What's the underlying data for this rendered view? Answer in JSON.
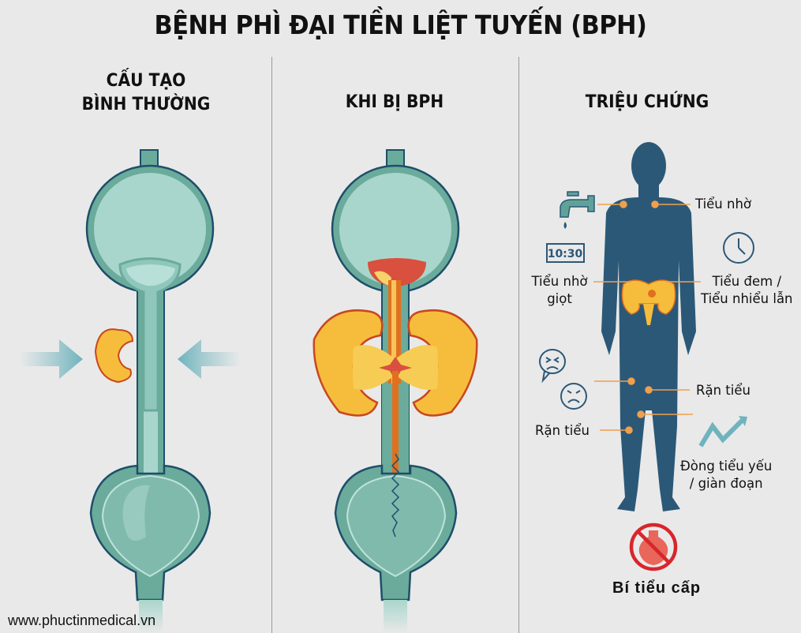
{
  "title": "BỆNH PHÌ ĐẠI TIỀN LIỆT TUYẾN (BPH)",
  "columns": [
    {
      "title_line1": "CẤU TẠO",
      "title_line2": "BÌNH THƯỜNG"
    },
    {
      "title_line1": "KHI BỊ BPH"
    },
    {
      "title_line1": "TRIỆU CHỨNG"
    }
  ],
  "symptoms": {
    "frequent_top": "Tiểu nhờ",
    "dribble_line1": "Tiểu nhờ",
    "dribble_line2": "giọt",
    "nocturia_line1": "Tiểu đem /",
    "nocturia_line2": "Tiểu nhiểu lẫn",
    "straining_right": "Rặn tiểu",
    "straining_left": "Rặn tiểu",
    "weak_stream_line1": "Đòng tiểu yếu",
    "weak_stream_line2": "/ giàn đoạn",
    "retention": "Bí tiểu cấp",
    "clock_display": "10:30"
  },
  "icons": [
    "faucet-icon",
    "digital-clock-icon",
    "analog-clock-icon",
    "angry-face-icon",
    "frown-face-icon",
    "zigzag-arrow-icon",
    "no-bladder-icon"
  ],
  "footer": "www.phuctinmedical.vn",
  "colors": {
    "background": "#e9e9e9",
    "bladder_fill": "#a9d6cc",
    "bladder_wall": "#6bab9b",
    "outline": "#1e4f6a",
    "prostate": "#f6bd3c",
    "prostate_edge": "#e0701e",
    "inflamed": "#d9503e",
    "body": "#2c5877",
    "pointer": "#f0a04b",
    "prohibit": "#d8262b"
  }
}
